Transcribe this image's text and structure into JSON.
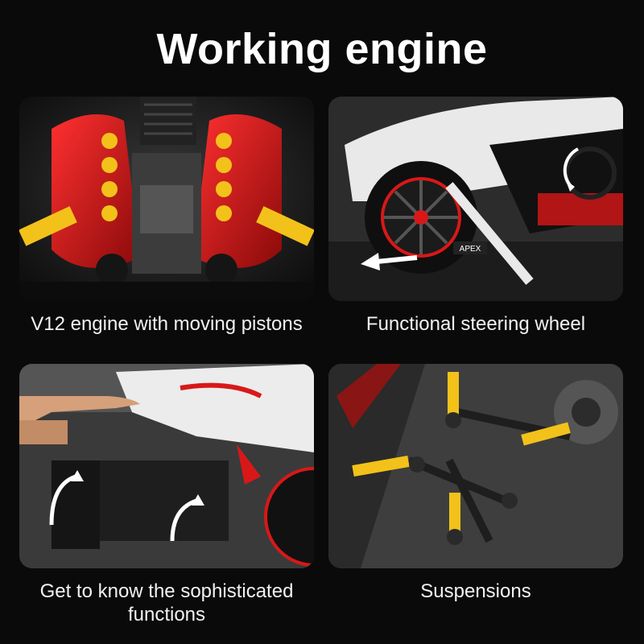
{
  "title": "Working engine",
  "features": [
    {
      "caption": "V12 engine with moving pistons",
      "image": "engine-photo"
    },
    {
      "caption": "Functional steering wheel",
      "image": "steering-photo"
    },
    {
      "caption": "Get to know the sophisticated functions",
      "image": "functions-photo"
    },
    {
      "caption": "Suspensions",
      "image": "suspension-photo"
    }
  ],
  "colors": {
    "background": "#0a0a0a",
    "text": "#ffffff",
    "accent_red": "#d81818",
    "accent_yellow": "#f2c21a"
  },
  "badge_text": "APEX"
}
